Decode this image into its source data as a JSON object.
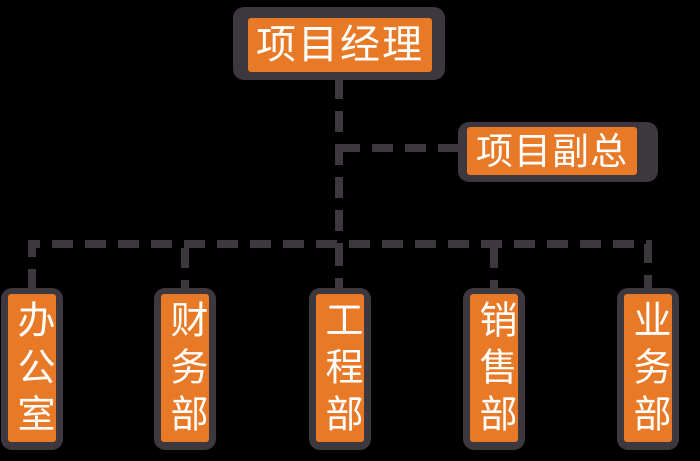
{
  "org_chart": {
    "root": {
      "label": "项目经理"
    },
    "deputy": {
      "label": "项目副总"
    },
    "departments": [
      {
        "label": "办公室"
      },
      {
        "label": "财务部"
      },
      {
        "label": "工程部"
      },
      {
        "label": "销售部"
      },
      {
        "label": "业务部"
      }
    ]
  },
  "colors": {
    "background": "#000000",
    "node_fill": "#E87927",
    "node_border": "#3C383E",
    "node_text": "#FFFFFF",
    "connector": "#3C383E"
  }
}
